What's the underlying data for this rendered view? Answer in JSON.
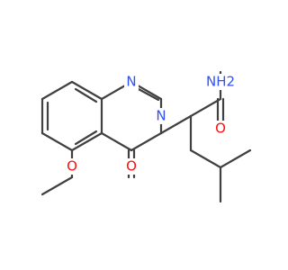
{
  "molecule": {
    "atoms": {
      "ring_n1": {
        "symbol": "N",
        "color": "#3050F8"
      },
      "ring_n3": {
        "symbol": "N",
        "color": "#3050F8"
      },
      "carbonyl_o": {
        "symbol": "O",
        "color": "#FF0D0D"
      },
      "methoxy_o": {
        "symbol": "O",
        "color": "#FF0D0D"
      },
      "amide_n": {
        "symbol": "NH2",
        "color": "#3050F8"
      },
      "amide_o": {
        "symbol": "O",
        "color": "#FF0D0D"
      }
    },
    "bond_color": "#404040"
  }
}
